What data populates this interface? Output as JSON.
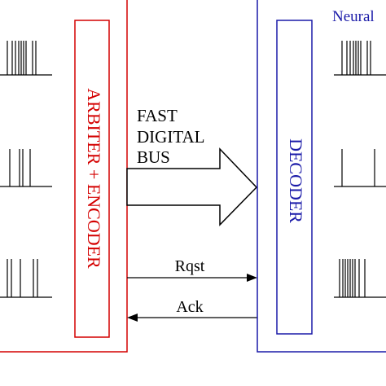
{
  "colors": {
    "sender_box": "#d40000",
    "receiver_box": "#1a1aa8",
    "encoder_text": "#d40000",
    "decoder_text": "#1a1aa8",
    "ink": "#000000"
  },
  "labels": {
    "encoder": "ARBITER + ENCODER",
    "decoder": "DECODER",
    "receiver_title": "Neural",
    "bus_line1": "FAST",
    "bus_line2": "DIGITAL",
    "bus_line3": "BUS",
    "request": "Rqst",
    "acknowledge": "Ack"
  }
}
